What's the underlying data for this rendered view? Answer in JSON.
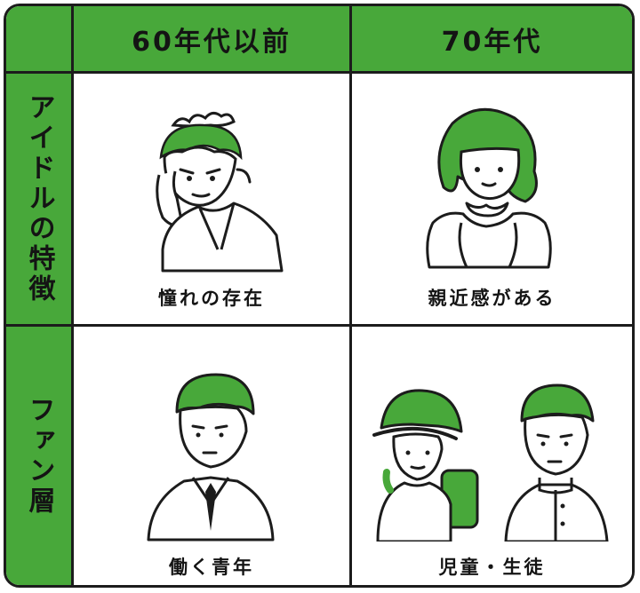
{
  "columns": [
    {
      "label": "60年代以前"
    },
    {
      "label": "70年代"
    }
  ],
  "rows": [
    {
      "label": "アイドルの特徴"
    },
    {
      "label": "ファン層"
    }
  ],
  "cells": {
    "idol_60s": {
      "caption": "憧れの存在",
      "figure": "glamorous-star-icon"
    },
    "idol_70s": {
      "caption": "親近感がある",
      "figure": "girl-next-door-idol-icon"
    },
    "fans_60s": {
      "caption": "働く青年",
      "figure": "young-worker-icon"
    },
    "fans_70s": {
      "caption": "児童・生徒",
      "figure": "schoolchildren-icon"
    }
  },
  "colors": {
    "accent": "#48a83a",
    "line": "#1c1c1c",
    "background": "#ffffff"
  }
}
